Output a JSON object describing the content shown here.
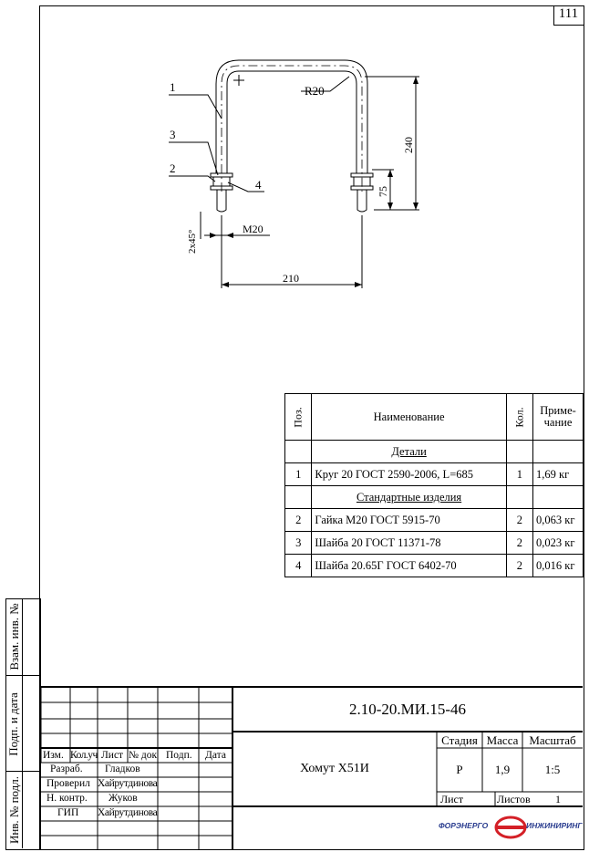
{
  "sheet_number": "111",
  "drawing": {
    "leaders": [
      "1",
      "3",
      "2",
      "4"
    ],
    "radius_label": "R20",
    "dim_height_total": "240",
    "dim_thread_length": "75",
    "dim_chamfer": "2x45°",
    "dim_thread": "M20",
    "dim_width": "210"
  },
  "spec_table": {
    "headers": {
      "pos": "Поз.",
      "name": "Наименование",
      "qty": "Кол.",
      "note_line1": "Приме-",
      "note_line2": "чание"
    },
    "section_details": "Детали",
    "section_standard": "Стандартные изделия",
    "rows_details": [
      {
        "pos": "1",
        "name": "Круг 20 ГОСТ 2590-2006, L=685",
        "qty": "1",
        "note": "1,69 кг"
      }
    ],
    "rows_standard": [
      {
        "pos": "2",
        "name": "Гайка М20 ГОСТ 5915-70",
        "qty": "2",
        "note": "0,063 кг"
      },
      {
        "pos": "3",
        "name": "Шайба 20 ГОСТ 11371-78",
        "qty": "2",
        "note": "0,023 кг"
      },
      {
        "pos": "4",
        "name": "Шайба 20.65Г ГОСТ 6402-70",
        "qty": "2",
        "note": "0,016 кг"
      }
    ]
  },
  "side_stamp": {
    "vzam_inv": "Взам. инв. №",
    "podp_data": "Подп. и дата",
    "inv_podl": "Инв. № подл."
  },
  "title_block": {
    "doc_code": "2.10-20.МИ.15-46",
    "name": "Хомут Х51И",
    "col_izm": "Изм.",
    "col_kol": "Кол.уч",
    "col_list": "Лист",
    "col_ndok": "№ док",
    "col_podp": "Подп.",
    "col_data": "Дата",
    "roles": [
      {
        "role": "Разраб.",
        "person": "Гладков"
      },
      {
        "role": "Проверил",
        "person": "Хайрутдинова"
      },
      {
        "role": "Н. контр.",
        "person": "Жуков"
      },
      {
        "role": "ГИП",
        "person": "Хайрутдинова"
      }
    ],
    "stage_label": "Стадия",
    "mass_label": "Масса",
    "scale_label": "Масштаб",
    "stage_value": "Р",
    "mass_value": "1,9",
    "scale_value": "1:5",
    "sheet_label": "Лист",
    "sheets_label": "Листов",
    "sheets_value": "1",
    "logo_left": "ФОРЭНЕРГО",
    "logo_right": "ИНЖИНИРИНГ"
  }
}
